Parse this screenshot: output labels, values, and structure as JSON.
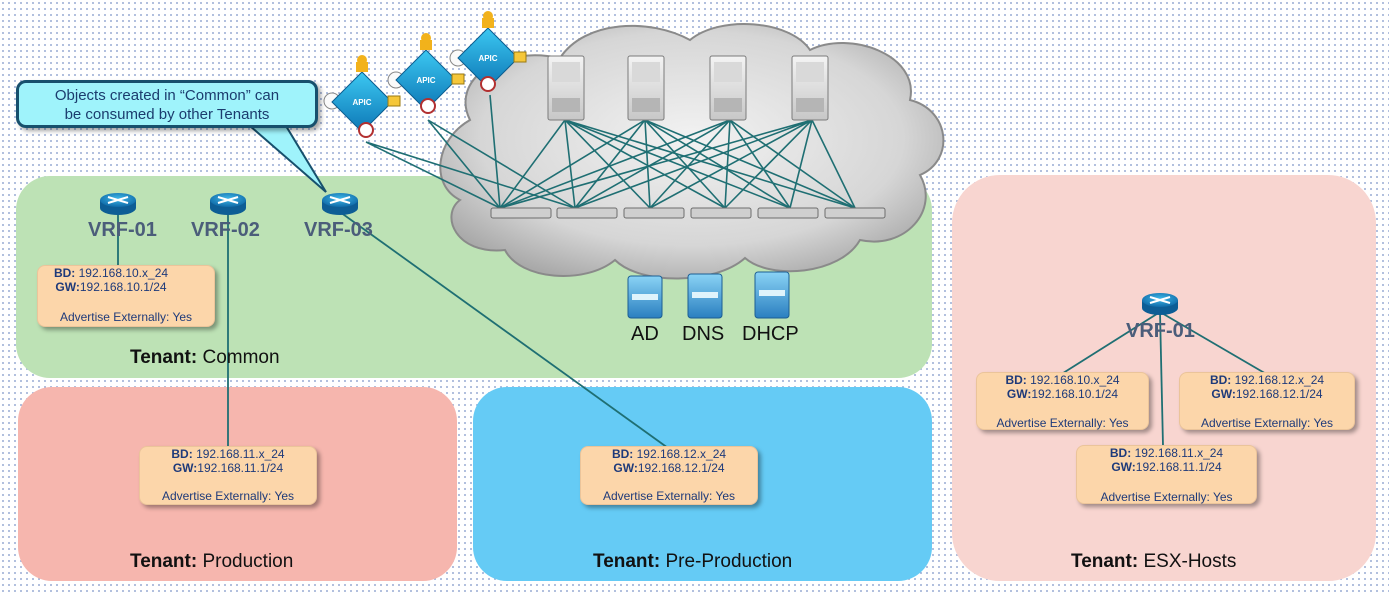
{
  "callout": {
    "line1": "Objects created in “Common” can",
    "line2": "be consumed by other Tenants"
  },
  "controllers": [
    {
      "label": "APIC"
    },
    {
      "label": "APIC"
    },
    {
      "label": "APIC"
    }
  ],
  "tenants": {
    "common": {
      "prefix": "Tenant:",
      "name": "Common",
      "vrfs": [
        "VRF-01",
        "VRF-02",
        "VRF-03"
      ],
      "bd": {
        "bd_key": "BD:",
        "bd_val": "192.168.10.x_24",
        "gw_key": "GW:",
        "gw_val": "192.168.10.1/24",
        "adv": "Advertise Externally: Yes"
      },
      "services": [
        "AD",
        "DNS",
        "DHCP"
      ]
    },
    "production": {
      "prefix": "Tenant:",
      "name": "Production",
      "bd": {
        "bd_key": "BD:",
        "bd_val": "192.168.11.x_24",
        "gw_key": "GW:",
        "gw_val": "192.168.11.1/24",
        "adv": "Advertise Externally: Yes"
      }
    },
    "preproduction": {
      "prefix": "Tenant:",
      "name": "Pre-Production",
      "bd": {
        "bd_key": "BD:",
        "bd_val": "192.168.12.x_24",
        "gw_key": "GW:",
        "gw_val": "192.168.12.1/24",
        "adv": "Advertise Externally: Yes"
      }
    },
    "esx": {
      "prefix": "Tenant:",
      "name": "ESX-Hosts",
      "vrf": "VRF-01",
      "bds": [
        {
          "bd_key": "BD:",
          "bd_val": "192.168.10.x_24",
          "gw_key": "GW:",
          "gw_val": "192.168.10.1/24",
          "adv": "Advertise Externally: Yes"
        },
        {
          "bd_key": "BD:",
          "bd_val": "192.168.12.x_24",
          "gw_key": "GW:",
          "gw_val": "192.168.12.1/24",
          "adv": "Advertise Externally: Yes"
        },
        {
          "bd_key": "BD:",
          "bd_val": "192.168.11.x_24",
          "gw_key": "GW:",
          "gw_val": "192.168.11.1/24",
          "adv": "Advertise Externally: Yes"
        }
      ]
    }
  },
  "colors": {
    "common": "#bde2b5",
    "production": "#f6b6ae",
    "preproduction": "#65cbf5",
    "esx": "#f8d5d0",
    "link": "#1f6f73",
    "bd_box": "#fcd6aa",
    "callout": "#9ff3fb"
  }
}
